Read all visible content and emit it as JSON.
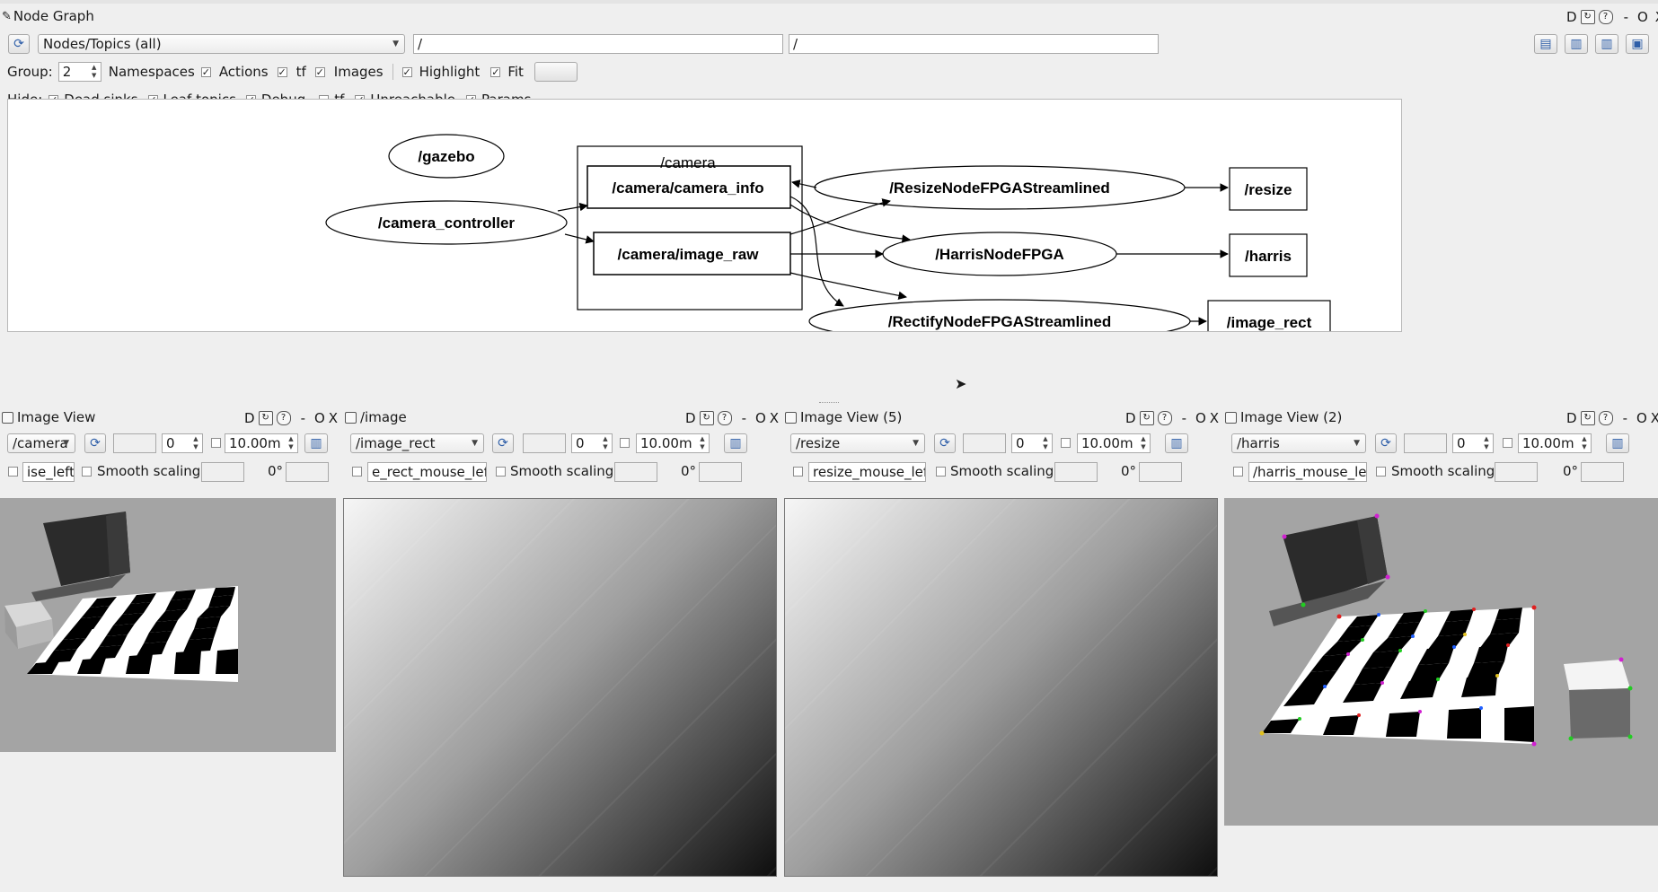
{
  "node_graph": {
    "title": "Node Graph",
    "ctrl_d": "D",
    "ctrl_min": "-",
    "ctrl_float": "O",
    "ctrl_close": "X",
    "mode_select": "Nodes/Topics (all)",
    "filter1": "/",
    "filter2": "/",
    "group_label": "Group:",
    "group_value": "2",
    "opt_namespaces": "Namespaces",
    "opt_actions": "Actions",
    "opt_tf": "tf",
    "opt_images": "Images",
    "opt_highlight": "Highlight",
    "opt_fit": "Fit",
    "hide_label": "Hide:",
    "hide_dead_sinks": "Dead sinks",
    "hide_leaf_topics": "Leaf topics",
    "hide_debug": "Debug",
    "hide_tf": "tf",
    "hide_unreachable": "Unreachable",
    "hide_params": "Params"
  },
  "graph": {
    "namespace": "/camera",
    "nodes": [
      "/gazebo",
      "/camera_controller",
      "/ResizeNodeFPGAStreamlined",
      "/HarrisNodeFPGA",
      "/RectifyNodeFPGAStreamlined"
    ],
    "topics": [
      "/camera/camera_info",
      "/camera/image_raw",
      "/resize",
      "/harris",
      "/image_rect"
    ]
  },
  "views": [
    {
      "title": "Image View",
      "topic": "/camera",
      "val": "0",
      "zoom": "10.00m",
      "mouse": "ise_left",
      "smooth": "Smooth scaling",
      "deg": "0°"
    },
    {
      "title": "/image",
      "topic": "/image_rect",
      "val": "0",
      "zoom": "10.00m",
      "mouse": "e_rect_mouse_left",
      "smooth": "Smooth scaling",
      "deg": "0°"
    },
    {
      "title": "Image View (5)",
      "topic": "/resize",
      "val": "0",
      "zoom": "10.00m",
      "mouse": "resize_mouse_left",
      "smooth": "Smooth scaling",
      "deg": "0°"
    },
    {
      "title": "Image View (2)",
      "topic": "/harris",
      "val": "0",
      "zoom": "10.00m",
      "mouse": "/harris_mouse_left",
      "smooth": "Smooth scaling",
      "deg": "0°"
    }
  ]
}
